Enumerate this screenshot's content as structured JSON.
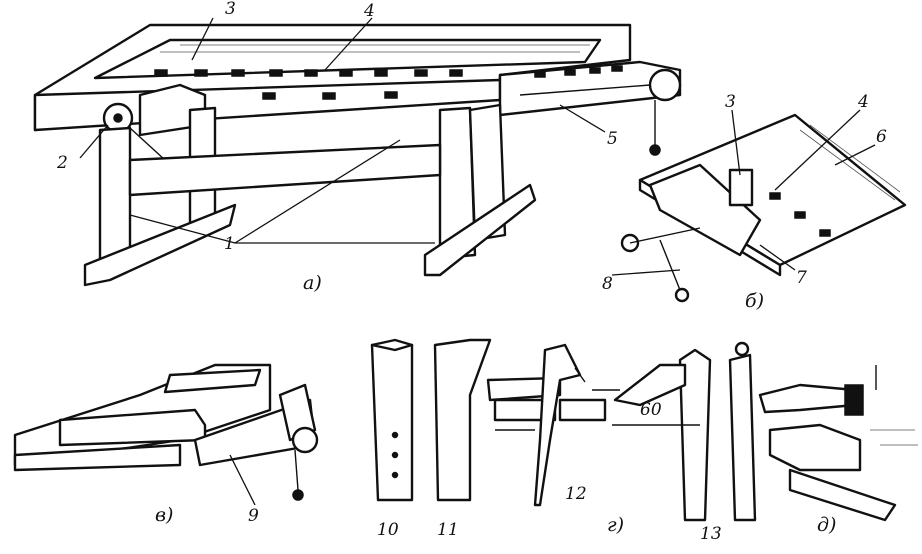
{
  "labels": {
    "n1": "1",
    "n2": "2",
    "n3": "3",
    "n4": "4",
    "n5": "5",
    "n3b": "3",
    "n4b": "4",
    "n6": "6",
    "n7": "7",
    "n8": "8",
    "n9": "9",
    "n10": "10",
    "n11": "11",
    "n12": "12",
    "n13": "13",
    "angle": "60"
  },
  "subfigures": {
    "a": "а)",
    "b": "б)",
    "v": "в)",
    "g": "г)",
    "d": "д)"
  }
}
